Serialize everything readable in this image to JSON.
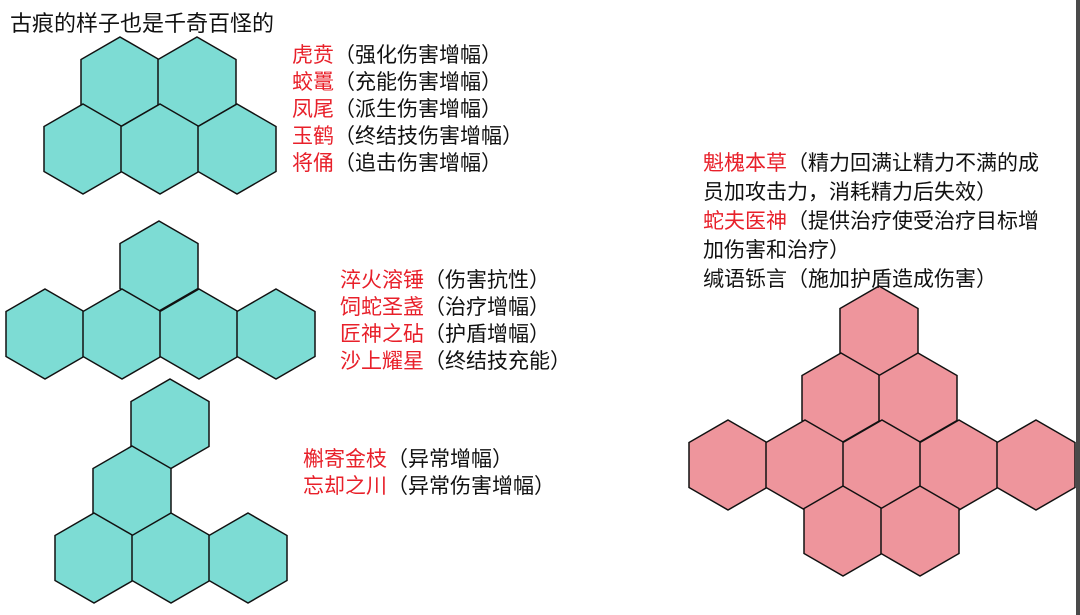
{
  "title": "古痕的样子也是千奇百怪的",
  "colors": {
    "teal": "#7ddcd4",
    "pink": "#ee959c",
    "stroke": "#111111",
    "highlight": "#e8202a"
  },
  "group1": {
    "entries": [
      {
        "name": "虎贲",
        "desc": "（强化伤害增幅）"
      },
      {
        "name": "蛟鼍",
        "desc": "（充能伤害增幅）"
      },
      {
        "name": "凤尾",
        "desc": "（派生伤害增幅）"
      },
      {
        "name": "玉鹤",
        "desc": "（终结技伤害增幅）"
      },
      {
        "name": "将俑",
        "desc": "（追击伤害增幅）"
      }
    ]
  },
  "group2": {
    "entries": [
      {
        "name": "淬火溶锤",
        "desc": "（伤害抗性）"
      },
      {
        "name": "饲蛇圣盏",
        "desc": "（治疗增幅）"
      },
      {
        "name": "匠神之砧",
        "desc": "（护盾增幅）"
      },
      {
        "name": "沙上耀星",
        "desc": "（终结技充能）"
      }
    ]
  },
  "group3": {
    "entries": [
      {
        "name": "槲寄金枝",
        "desc": "（异常增幅）"
      },
      {
        "name": "忘却之川",
        "desc": "（异常伤害增幅）"
      }
    ]
  },
  "group4": {
    "entries": [
      {
        "name": "魁槐本草",
        "desc_line1": "（精力回满让精力不满的成",
        "desc_line2": "员加攻击力，消耗精力后失效）"
      },
      {
        "name": "蛇夫医神",
        "desc_line1": "（提供治疗使受治疗目标增",
        "desc_line2": "加伤害和治疗）"
      },
      {
        "name": "缄语铄言",
        "desc_line1": "（施加护盾造成伤害）"
      }
    ]
  }
}
